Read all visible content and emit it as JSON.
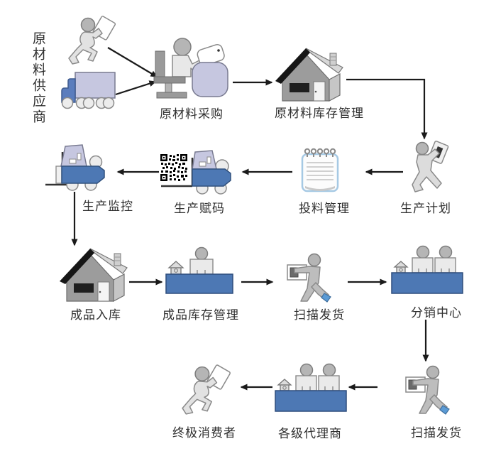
{
  "diagram": {
    "title_hint": "supply-chain traceability flow",
    "supplier": {
      "label": "原材料供应商",
      "icons": [
        "running-person-icon",
        "truck-icon"
      ]
    },
    "nodes": [
      {
        "id": "purchase",
        "label": "原材料采购",
        "icon": "computer-operator-icon"
      },
      {
        "id": "raw-inventory",
        "label": "原材料库存管理",
        "icon": "warehouse-icon"
      },
      {
        "id": "production-plan",
        "label": "生产计划",
        "icon": "walking-person-tablet-icon"
      },
      {
        "id": "feeding-management",
        "label": "投料管理",
        "icon": "notepad-icon"
      },
      {
        "id": "production-coding",
        "label": "生产赋码",
        "icon": "forklift-qrcode-icon"
      },
      {
        "id": "production-monitor",
        "label": "生产监控",
        "icon": "forklift-icon"
      },
      {
        "id": "finished-storage",
        "label": "成品入库",
        "icon": "warehouse-icon"
      },
      {
        "id": "finished-inventory",
        "label": "成品库存管理",
        "icon": "desk-clerk-icon"
      },
      {
        "id": "scan-shipping-1",
        "label": "扫描发货",
        "icon": "scanner-person-icon"
      },
      {
        "id": "distribution-center",
        "label": "分销中心",
        "icon": "desk-two-clerks-icon"
      },
      {
        "id": "scan-shipping-2",
        "label": "扫描发货",
        "icon": "scanner-person-icon"
      },
      {
        "id": "agents",
        "label": "各级代理商",
        "icon": "desk-two-clerks-icon"
      },
      {
        "id": "final-consumer",
        "label": "终极消费者",
        "icon": "running-person-icon"
      }
    ],
    "edges": [
      {
        "from": "supplier",
        "to": "purchase"
      },
      {
        "from": "supplier",
        "to": "purchase"
      },
      {
        "from": "purchase",
        "to": "raw-inventory"
      },
      {
        "from": "raw-inventory",
        "to": "production-plan"
      },
      {
        "from": "production-plan",
        "to": "feeding-management"
      },
      {
        "from": "feeding-management",
        "to": "production-coding"
      },
      {
        "from": "production-coding",
        "to": "production-monitor"
      },
      {
        "from": "production-monitor",
        "to": "finished-storage"
      },
      {
        "from": "finished-storage",
        "to": "finished-inventory"
      },
      {
        "from": "finished-inventory",
        "to": "scan-shipping-1"
      },
      {
        "from": "scan-shipping-1",
        "to": "distribution-center"
      },
      {
        "from": "distribution-center",
        "to": "scan-shipping-2"
      },
      {
        "from": "scan-shipping-2",
        "to": "agents"
      },
      {
        "from": "agents",
        "to": "final-consumer"
      }
    ],
    "colors": {
      "desk_blue": "#4d78b4",
      "cab_lavender": "#c6c7e0",
      "arrow_black": "#1a1a1a",
      "notepad_border": "#a6c9e4",
      "figure_gray": "#dddddd",
      "head_gray": "#b5b5b5",
      "house_wall": "#9c9c9c",
      "scanner_tip_blue": "#5b9bd5"
    }
  }
}
